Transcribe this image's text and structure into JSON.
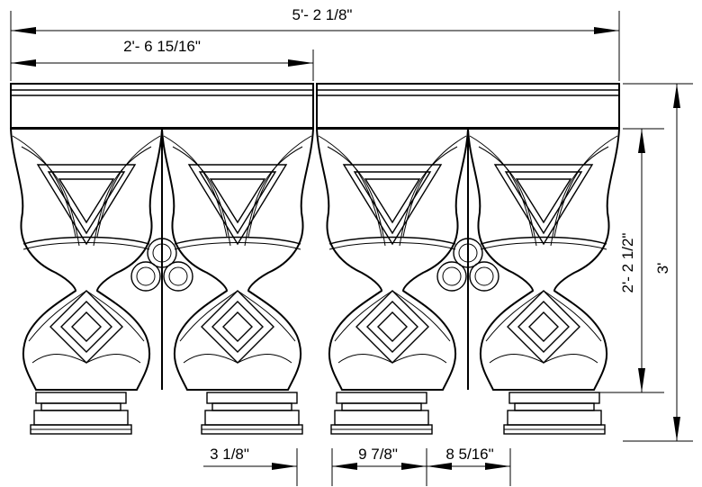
{
  "dimensions": {
    "overall_width": "5'- 2 1/8\"",
    "section_width": "2'- 6 15/16\"",
    "total_height": "3'",
    "body_height": "2'- 2 1/2\"",
    "foot_width": "3 1/8\"",
    "foot_spacing": "9 7/8\"",
    "foot_gap": "8 5/16\""
  },
  "colors": {
    "line": "#000000",
    "background": "#ffffff"
  }
}
